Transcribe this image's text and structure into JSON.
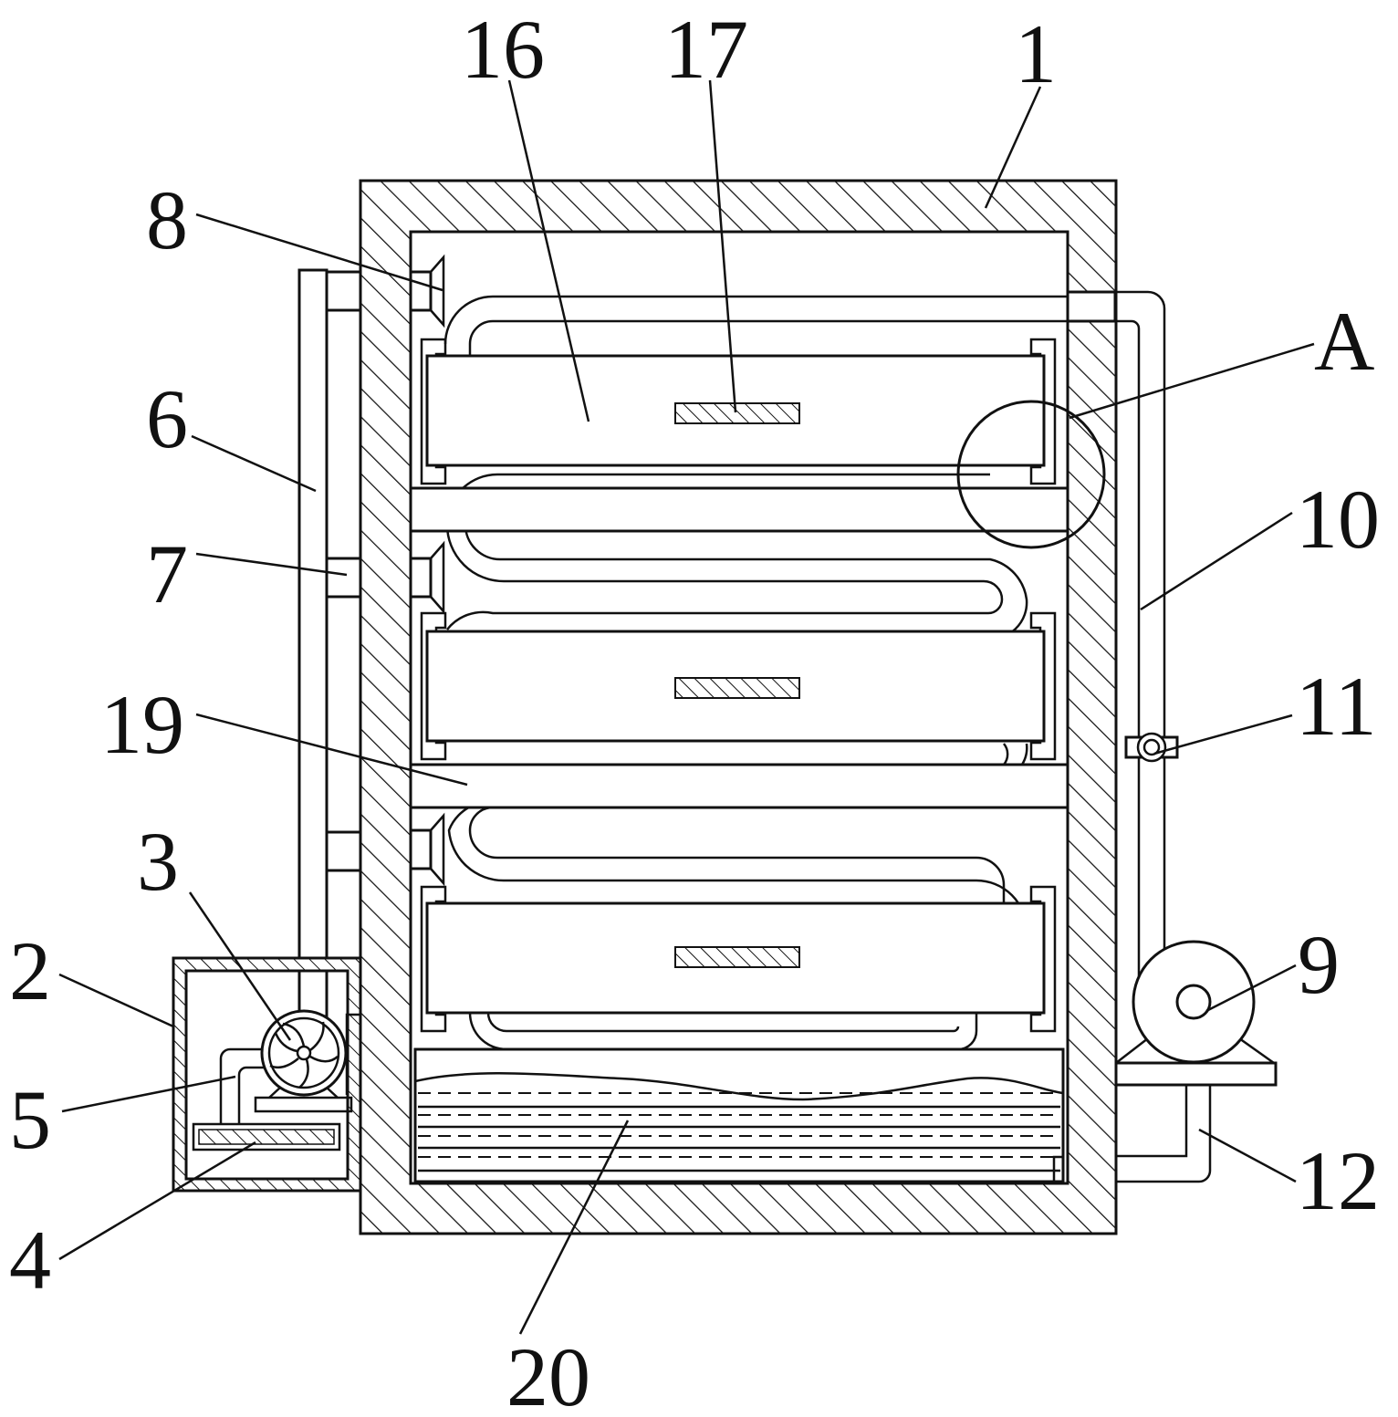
{
  "labels": {
    "l1": "1",
    "l2": "2",
    "l3": "3",
    "l4": "4",
    "l5": "5",
    "l6": "6",
    "l7": "7",
    "l8": "8",
    "l9": "9",
    "l10": "10",
    "l11": "11",
    "l12": "12",
    "l16": "16",
    "l17": "17",
    "l19": "19",
    "l20": "20",
    "lA": "A"
  },
  "colors": {
    "line": "#111111",
    "background": "#ffffff"
  }
}
